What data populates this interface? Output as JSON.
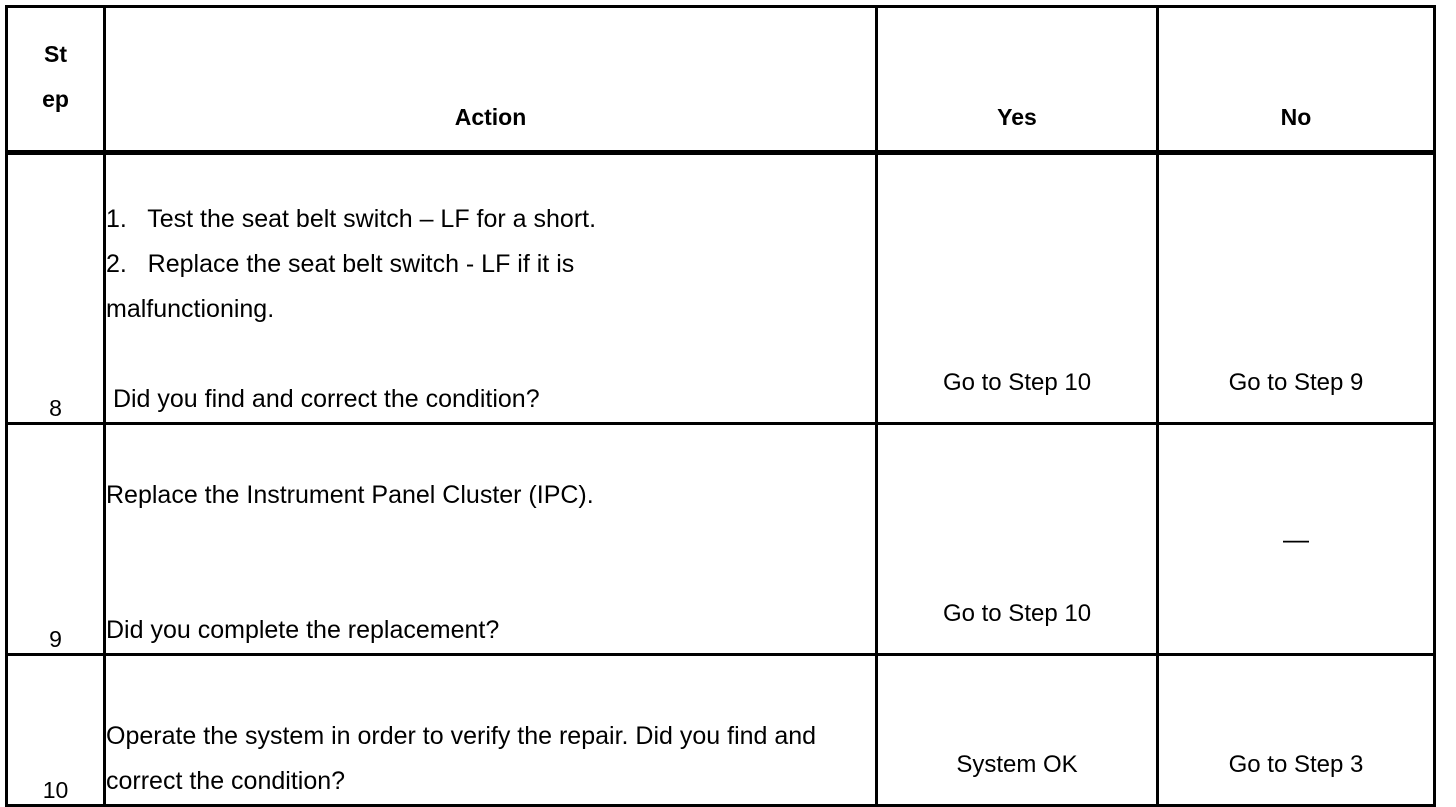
{
  "table": {
    "headers": {
      "step": "St\nep",
      "step_line1": "St",
      "step_line2": "ep",
      "action": "Action",
      "yes": "Yes",
      "no": "No"
    },
    "rows": [
      {
        "step": "8",
        "action_items": [
          "1.   Test the seat belt switch – LF for a short.",
          "2.   Replace the seat belt switch - LF if it is",
          "malfunctioning."
        ],
        "action_question": " Did you find and correct the condition?",
        "yes": "Go to Step 10",
        "no": "Go to Step 9"
      },
      {
        "step": "9",
        "action_items": [
          "Replace the Instrument Panel Cluster (IPC)."
        ],
        "action_question": "Did you complete the replacement?",
        "yes": "Go to Step 10",
        "no": "—"
      },
      {
        "step": "10",
        "action_items": [],
        "action_question": "Operate the system in order to verify the repair. Did you find and correct the condition?",
        "yes": "System OK",
        "no": "Go to Step 3"
      }
    ]
  }
}
